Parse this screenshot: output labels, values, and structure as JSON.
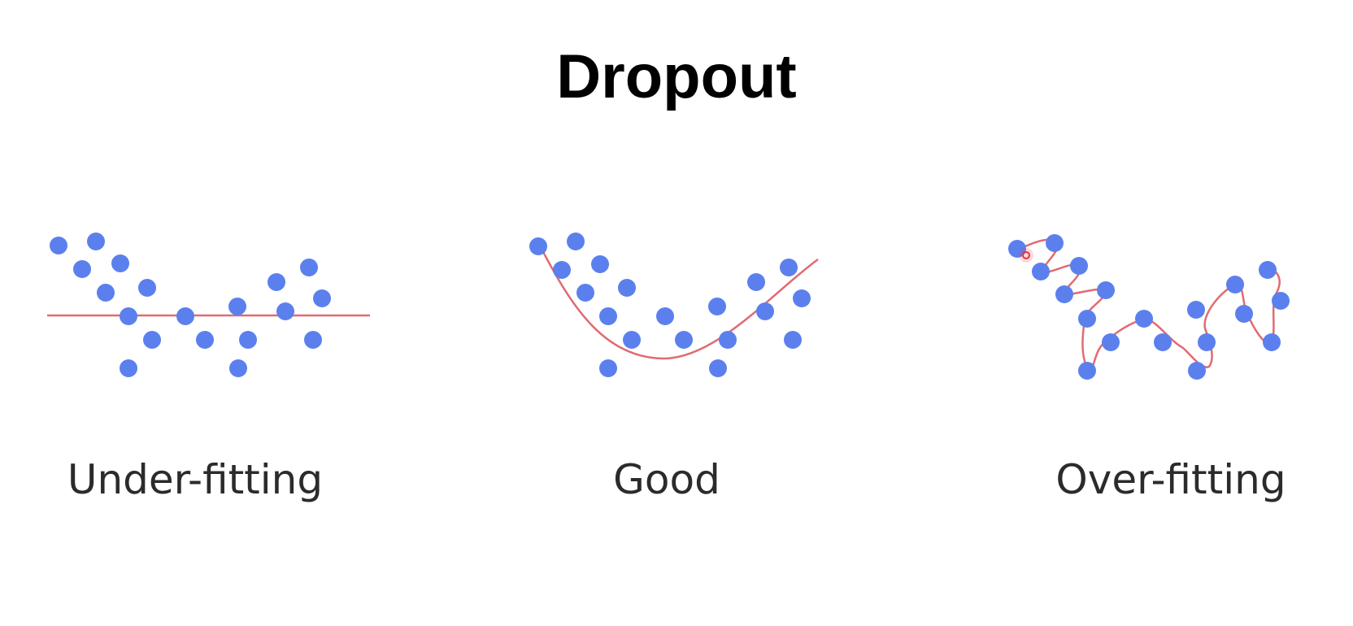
{
  "title": "Dropout",
  "panels": [
    {
      "label": "Under-fitting"
    },
    {
      "label": "Good"
    },
    {
      "label": "Over-fitting"
    }
  ],
  "colors": {
    "point": "#5b80ee",
    "fit_line": "#e06b72",
    "cursor": "#e8323c",
    "label_text": "#2b2b2b",
    "title_text": "#000000"
  },
  "icons": {
    "cursor": "pointer-cursor-icon"
  }
}
